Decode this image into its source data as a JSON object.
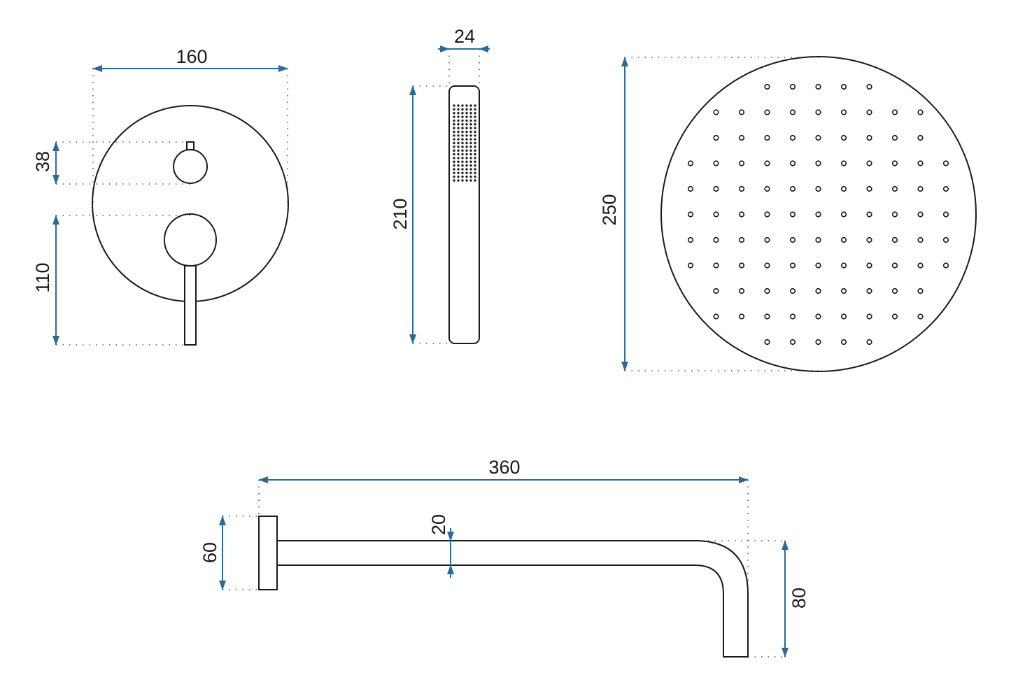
{
  "colors": {
    "dimension": "#2e6a96",
    "outline": "#1a1a1a"
  },
  "mixer": {
    "width": "160",
    "upper_offset": "38",
    "lower_offset": "110"
  },
  "hand_shower": {
    "width": "24",
    "length": "210"
  },
  "shower_head": {
    "diameter": "250"
  },
  "shower_arm": {
    "length": "360",
    "plate_height": "60",
    "tube_diameter": "20",
    "drop": "80"
  }
}
